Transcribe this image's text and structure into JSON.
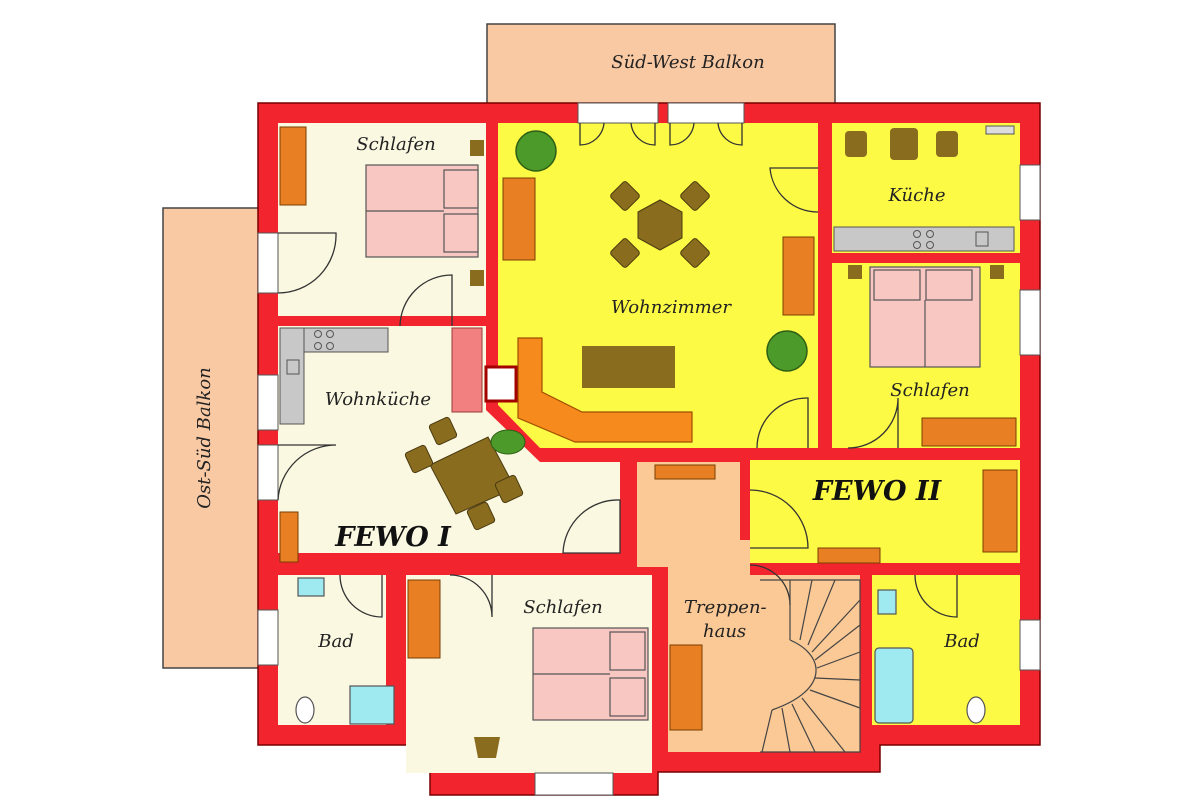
{
  "colors": {
    "wall": "#f2242d",
    "fewo1_floor": "#fbf8e1",
    "fewo2_floor": "#fdfa45",
    "stair_floor": "#fbc996",
    "balcony": "#f9c9a4",
    "bed": "#f9c7c2",
    "furniture_orange": "#e88023",
    "furniture_brown": "#8a6c1f",
    "sofa": "#f68a1c",
    "kitchen": "#c8c8c8",
    "bath": "#9fe9f0",
    "plant": "#4c9a2a"
  },
  "balconies": {
    "south_west": "Süd-West Balkon",
    "east_south": "Ost-Süd Balkon"
  },
  "rooms": {
    "schlafen_nw": "Schlafen",
    "wohnzimmer": "Wohnzimmer",
    "kueche": "Küche",
    "schlafen_e": "Schlafen",
    "wohnkueche": "Wohnküche",
    "bad_w": "Bad",
    "schlafen_s": "Schlafen",
    "treppenhaus_1": "Treppen-",
    "treppenhaus_2": "haus",
    "bad_e": "Bad"
  },
  "apartments": {
    "fewo1": "FEWO I",
    "fewo2": "FEWO II"
  }
}
